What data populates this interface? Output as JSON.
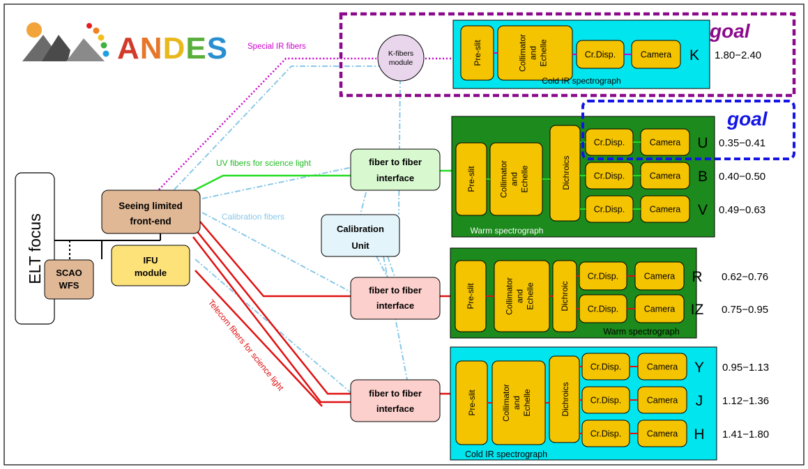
{
  "title_logo": "ANDES",
  "labels": {
    "goal": "goal",
    "special_ir_fibers": "Special IR fibers",
    "uv_fibers": "UV fibers for science light",
    "calibration_fibers": "Calibration fibers",
    "telecom_fibers": "Telecom fibers for science light",
    "k_fibers_module": [
      "K-fibers",
      "module"
    ],
    "elt_focus": "ELT focus",
    "scao_wfs": [
      "SCAO",
      "WFS"
    ],
    "ifu_module": [
      "IFU",
      "module"
    ],
    "front_end": [
      "Seeing limited",
      "front-end"
    ],
    "calibration_unit": [
      "Calibration",
      "Unit"
    ],
    "fiber_interface": [
      "fiber to fiber",
      "interface"
    ],
    "pre_slit": "Pre-slit",
    "collimator": [
      "Collimator",
      "and",
      "Echelle"
    ],
    "dichroics": "Dichroics",
    "dichroic": "Dichroic",
    "cr_disp": "Cr.Disp.",
    "camera": "Camera"
  },
  "spectrographs": [
    {
      "name": "Cold IR spectrograph",
      "bands": [
        {
          "band": "K",
          "range": "1.80−2.40"
        }
      ]
    },
    {
      "name": "Warm spectrograph",
      "bands": [
        {
          "band": "U",
          "range": "0.35−0.41"
        },
        {
          "band": "B",
          "range": "0.40−0.50"
        },
        {
          "band": "V",
          "range": "0.49−0.63"
        }
      ]
    },
    {
      "name": "Warm spectrograph",
      "bands": [
        {
          "band": "R",
          "range": "0.62−0.76"
        },
        {
          "band": "IZ",
          "range": "0.75−0.95"
        }
      ]
    },
    {
      "name": "Cold IR spectrograph",
      "bands": [
        {
          "band": "Y",
          "range": "0.95−1.13"
        },
        {
          "band": "J",
          "range": "1.12−1.36"
        },
        {
          "band": "H",
          "range": "1.41−1.80"
        }
      ]
    }
  ],
  "colors": {
    "cyan_box": "#00e5ee",
    "green_box": "#1c8a1c",
    "yellow_comp": "#f5c400",
    "purple": "#8b0a8b",
    "blue": "#1414e6",
    "magenta_fiber": "#cc00cc",
    "uv_fiber": "#22dd22",
    "cal_fiber": "#88c8e8",
    "telecom_fiber": "#e01010"
  }
}
